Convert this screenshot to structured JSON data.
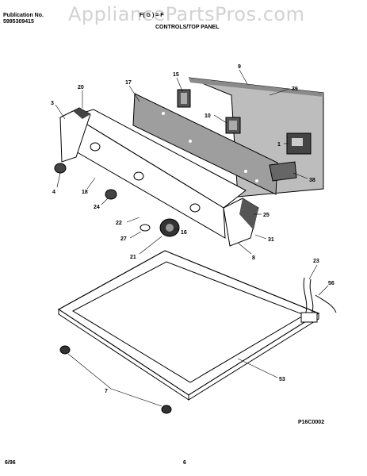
{
  "header": {
    "publication_label": "Publication No.",
    "publication_number": "5995309415",
    "model_fragment": "F(  G  ) = F",
    "section_title": "CONTROLS/TOP PANEL"
  },
  "watermark": "AppliancePartsPros.com",
  "diagram": {
    "code": "P16C0002",
    "callouts": [
      "9",
      "39",
      "20",
      "17",
      "15",
      "3",
      "10",
      "1",
      "38",
      "4",
      "18",
      "24",
      "22",
      "27",
      "16",
      "25",
      "31",
      "21",
      "8",
      "23",
      "56",
      "53",
      "7"
    ]
  },
  "footer": {
    "date": "6/96",
    "page": "6"
  }
}
